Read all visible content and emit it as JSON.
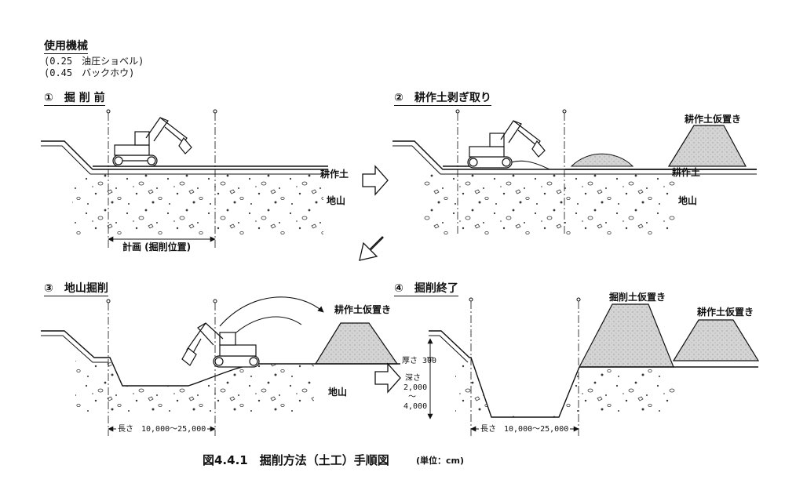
{
  "machinery": {
    "title": "使用機械",
    "line1": "(0.25　油圧ショベル)",
    "line2": "(0.45　バックホウ)"
  },
  "panels": [
    {
      "title": "①　掘 削 前",
      "labels": {
        "topsoil": "耕作土",
        "ground": "地山",
        "plan": "計画 (掘削位置)"
      }
    },
    {
      "title": "②　耕作土剥ぎ取り",
      "labels": {
        "pile": "耕作土仮置き",
        "topsoil": "耕作土",
        "ground": "地山"
      }
    },
    {
      "title": "③　地山掘削",
      "labels": {
        "pile": "耕作土仮置き",
        "ground": "地山",
        "length": "長さ　10,000～25,000"
      }
    },
    {
      "title": "④　掘削終了",
      "labels": {
        "pile_cut": "掘削土仮置き",
        "pile_top": "耕作土仮置き",
        "thickness": "厚さ 300",
        "depth_head": "深さ",
        "depth_min": "2,000",
        "depth_sep": "～",
        "depth_max": "4,000",
        "length": "長さ　10,000～25,000"
      }
    }
  ],
  "caption": {
    "main": "図4.4.1　掘削方法（土工）手順図",
    "unit": "(単位：cm)"
  },
  "colors": {
    "line": "#111111",
    "pile_fill": "#d6d6d6",
    "background": "#ffffff"
  }
}
